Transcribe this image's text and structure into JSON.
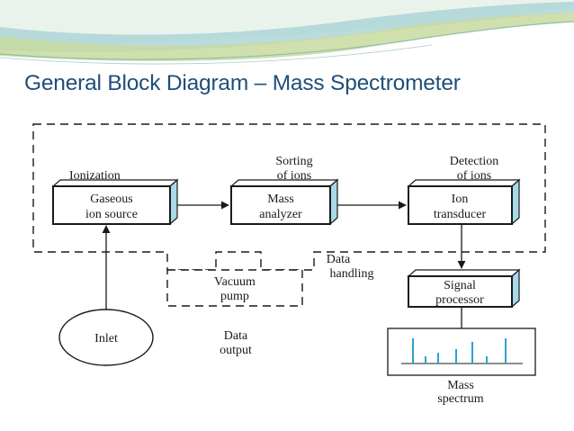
{
  "title": "General Block Diagram – Mass Spectrometer",
  "stage_labels": {
    "ionization": "Ionization",
    "sorting": [
      "Sorting",
      "of ions"
    ],
    "detection": [
      "Detection",
      "of ions"
    ]
  },
  "blocks": {
    "ion_source": [
      "Gaseous",
      "ion source"
    ],
    "mass_analyzer": [
      "Mass",
      "analyzer"
    ],
    "ion_transducer": [
      "Ion",
      "transducer"
    ],
    "vacuum_pump": [
      "Vacuum",
      "pump"
    ],
    "signal_processor": [
      "Signal",
      "processor"
    ],
    "inlet": "Inlet"
  },
  "notes": {
    "data_handling": [
      "Data",
      "handling"
    ],
    "data_output": [
      "Data",
      "output"
    ],
    "mass_spectrum": [
      "Mass",
      "spectrum"
    ]
  },
  "colors": {
    "title": "#1f4e79",
    "block_side": "#a8d8ea",
    "banner_teal": "#a9d3d6",
    "banner_green": "#c8d9a0"
  }
}
